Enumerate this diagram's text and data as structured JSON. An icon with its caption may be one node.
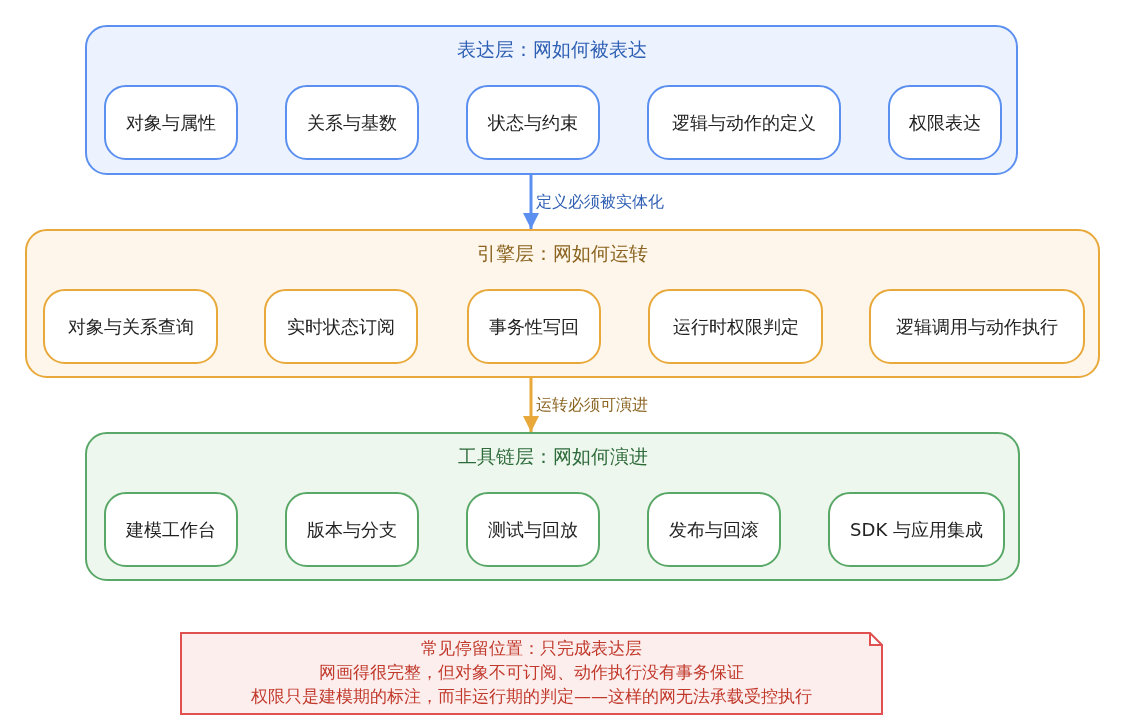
{
  "diagram": {
    "nodes": [
      {
        "text": [
          "表达层：网如何被表达"
        ]
      },
      {
        "text": [
          "对象与属性"
        ],
        "in": 0
      },
      {
        "text": [
          "关系与基数"
        ],
        "in": 0
      },
      {
        "text": [
          "状态与约束"
        ],
        "in": 0
      },
      {
        "text": [
          "逻辑与动作的定义"
        ],
        "in": 0
      },
      {
        "text": [
          "权限表达"
        ],
        "in": 0
      },
      {
        "text": [
          "引擎层：网如何运转"
        ]
      },
      {
        "text": [
          "对象与关系查询"
        ],
        "in": 6
      },
      {
        "text": [
          "实时状态订阅"
        ],
        "in": 6
      },
      {
        "text": [
          "事务性写回"
        ],
        "in": 6
      },
      {
        "text": [
          "运行时权限判定"
        ],
        "in": 6
      },
      {
        "text": [
          "逻辑调用与动作执行"
        ],
        "in": 6
      },
      {
        "text": [
          "工具链层：网如何演进"
        ]
      },
      {
        "text": [
          "建模工作台"
        ],
        "in": 12
      },
      {
        "text": [
          "版本与分支"
        ],
        "in": 12
      },
      {
        "text": [
          "测试与回放"
        ],
        "in": 12
      },
      {
        "text": [
          "发布与回滚"
        ],
        "in": 12
      },
      {
        "text": [
          "SDK 与应用集成"
        ],
        "in": 12
      },
      {
        "text": [
          "常见停留位置：只完成表达层",
          "网画得很完整，但对象不可订阅、动作执行没有事务保证",
          "权限只是建模期的标注，而非运行期的判定——这样的网无法承载受控执行"
        ]
      }
    ],
    "edges": [
      {
        "from": 0,
        "to": 6,
        "arrow": "to",
        "label": "定义必须被实体化",
        "color": "#5b8ff0"
      },
      {
        "from": 6,
        "to": 12,
        "arrow": "to",
        "label": "运转必须可演进",
        "color": "#e8a83a"
      }
    ]
  }
}
